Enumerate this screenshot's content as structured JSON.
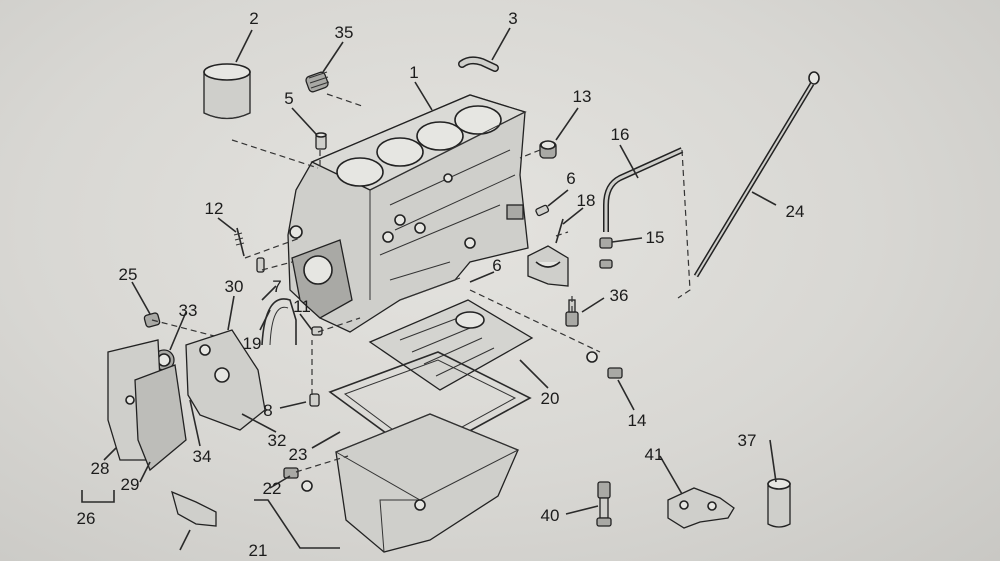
{
  "diagram": {
    "callouts": [
      {
        "id": "c2",
        "text": "2"
      },
      {
        "id": "c35",
        "text": "35"
      },
      {
        "id": "c3",
        "text": "3"
      },
      {
        "id": "c1",
        "text": "1"
      },
      {
        "id": "c5",
        "text": "5"
      },
      {
        "id": "c13",
        "text": "13"
      },
      {
        "id": "c16",
        "text": "16"
      },
      {
        "id": "c6a",
        "text": "6"
      },
      {
        "id": "c18",
        "text": "18"
      },
      {
        "id": "c24",
        "text": "24"
      },
      {
        "id": "c15",
        "text": "15"
      },
      {
        "id": "c12",
        "text": "12"
      },
      {
        "id": "c6b",
        "text": "6"
      },
      {
        "id": "c25",
        "text": "25"
      },
      {
        "id": "c30",
        "text": "30"
      },
      {
        "id": "c7",
        "text": "7"
      },
      {
        "id": "c36",
        "text": "36"
      },
      {
        "id": "c33",
        "text": "33"
      },
      {
        "id": "c11",
        "text": "11"
      },
      {
        "id": "c19",
        "text": "19"
      },
      {
        "id": "c20",
        "text": "20"
      },
      {
        "id": "c8",
        "text": "8"
      },
      {
        "id": "c14",
        "text": "14"
      },
      {
        "id": "c32",
        "text": "32"
      },
      {
        "id": "c23",
        "text": "23"
      },
      {
        "id": "c34",
        "text": "34"
      },
      {
        "id": "c37",
        "text": "37"
      },
      {
        "id": "c41",
        "text": "41"
      },
      {
        "id": "c28",
        "text": "28"
      },
      {
        "id": "c29",
        "text": "29"
      },
      {
        "id": "c22",
        "text": "22"
      },
      {
        "id": "c26",
        "text": "26"
      },
      {
        "id": "c40",
        "text": "40"
      },
      {
        "id": "c21",
        "text": "21"
      }
    ]
  },
  "colors": {
    "ink": "#2a2a2a",
    "paper": "#d8d7d3"
  }
}
